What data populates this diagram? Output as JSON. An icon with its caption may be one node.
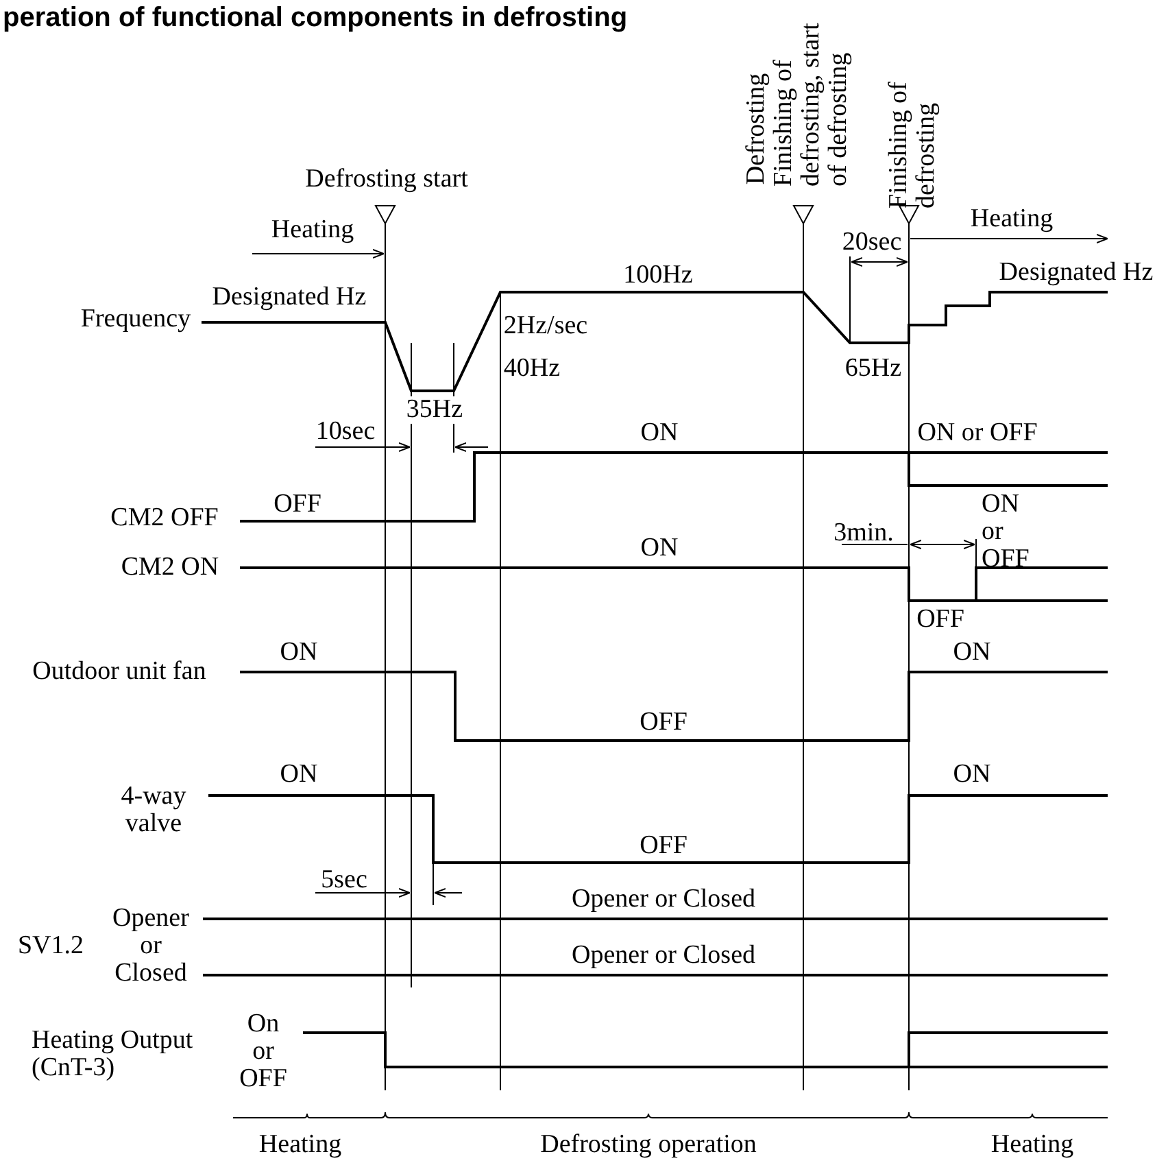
{
  "diagram": {
    "title": "peration of functional components in defrosting",
    "labels": [
      "Defrosting",
      "Finishing of defrosting, start of defrosting",
      "Finishing of defrosting",
      "Defrosting start",
      "Heating",
      "20sec",
      "Heating",
      "100Hz",
      "Designated Hz",
      "Designated Hz",
      "Frequency",
      "2Hz/sec",
      "40Hz",
      "65Hz",
      "35Hz",
      "10sec",
      "ON",
      "ON or OFF",
      "OFF",
      "CM2 OFF",
      "ON or OFF",
      "3min.",
      "ON",
      "CM2 ON",
      "OFF",
      "ON",
      "Outdoor unit fan",
      "ON",
      "OFF",
      "ON",
      "4-way valve",
      "ON",
      "OFF",
      "5sec",
      "Opener or Closed",
      "SV1.2",
      "Opener or Closed",
      "Opener or Closed",
      "Heating Output (CnT-3)",
      "On or OFF",
      "Heating",
      "Defrosting operation",
      "Heating"
    ]
  }
}
